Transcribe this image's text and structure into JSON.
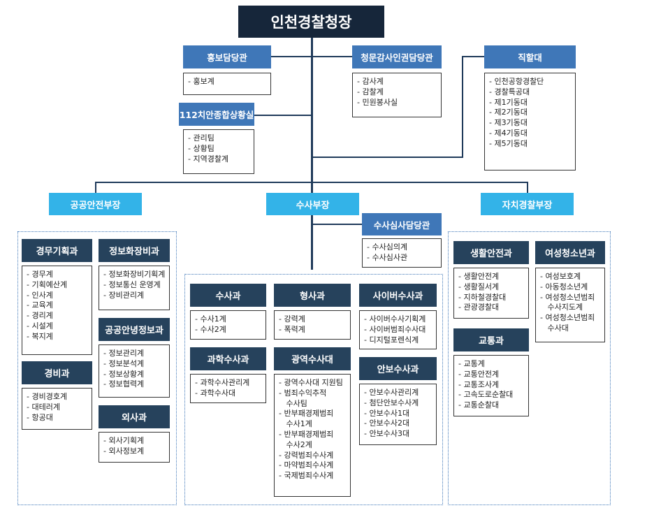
{
  "title": "인천경찰청장",
  "top_units": {
    "pr": {
      "label": "홍보담당관",
      "items": [
        "- 홍보계"
      ]
    },
    "audit": {
      "label": "청문감사인권담당관",
      "items": [
        "- 감사계",
        "- 감찰계",
        "- 민원봉사실"
      ]
    },
    "direct": {
      "label": "직할대",
      "items": [
        "- 인천공항경찰단",
        "- 경찰특공대",
        "- 제1기동대",
        "- 제2기동대",
        "- 제3기동대",
        "- 제4기동대",
        "- 제5기동대"
      ]
    },
    "situation": {
      "label": "112치안종합상황실",
      "items": [
        "- 관리팀",
        "- 상황팀",
        "- 지역경찰계"
      ]
    }
  },
  "bureaus": {
    "public": {
      "label": "공공안전부장"
    },
    "invest": {
      "label": "수사부장"
    },
    "local": {
      "label": "자치경찰부장"
    }
  },
  "invest_review": {
    "label": "수사심사담당관",
    "items": [
      "- 수사심의계",
      "- 수사심사관"
    ]
  },
  "public_depts": {
    "admin": {
      "label": "경무기획과",
      "items": [
        "- 경무계",
        "- 기획예산계",
        "- 인사계",
        "- 교육계",
        "- 경리계",
        "- 시설계",
        "- 복지계"
      ]
    },
    "it": {
      "label": "정보화장비과",
      "items": [
        "- 정보화장비기획계",
        "- 정보통신 운영계",
        "- 장비관리계"
      ]
    },
    "intel": {
      "label": "공공안녕정보과",
      "items": [
        "- 정보관리계",
        "- 정보분석계",
        "- 정보상황계",
        "- 정보협력계"
      ]
    },
    "guard": {
      "label": "경비과",
      "items": [
        "- 경비경호계",
        "- 대테러계",
        "- 항공대"
      ]
    },
    "foreign": {
      "label": "외사과",
      "items": [
        "- 외사기획계",
        "- 외사정보계"
      ]
    }
  },
  "invest_depts": {
    "invest": {
      "label": "수사과",
      "items": [
        "- 수사1계",
        "- 수사2계"
      ]
    },
    "criminal": {
      "label": "형사과",
      "items": [
        "- 강력계",
        "- 폭력계"
      ]
    },
    "cyber": {
      "label": "사이버수사과",
      "items": [
        "- 사이버수사기획계",
        "- 사이버범죄수사대",
        "- 디지털포렌식계"
      ]
    },
    "science": {
      "label": "과학수사과",
      "items": [
        "- 과학수사관리계",
        "- 과학수사대"
      ]
    },
    "regional": {
      "label": "광역수사대",
      "items": [
        "- 광역수사대 지원팀",
        "- 범죄수익추적",
        "  수사팀",
        "- 반부패경제범죄",
        "  수사1계",
        "- 반부패경제범죄",
        "  수사2계",
        "- 강력범죄수사계",
        "- 마약범죄수사계",
        "- 국제범죄수사계"
      ]
    },
    "security": {
      "label": "안보수사과",
      "items": [
        "- 안보수사관리계",
        "- 첨단안보수사계",
        "- 안보수사1대",
        "- 안보수사2대",
        "- 안보수사3대"
      ]
    }
  },
  "local_depts": {
    "life": {
      "label": "생활안전과",
      "items": [
        "- 생활안전계",
        "- 생활질서계",
        "- 지하철경찰대",
        "- 관광경찰대"
      ]
    },
    "women": {
      "label": "여성청소년과",
      "items": [
        "- 여성보호계",
        "- 아동청소년계",
        "- 여성청소년범죄",
        "  수사지도계",
        "- 여성청소년범죄",
        "  수사대"
      ]
    },
    "traffic": {
      "label": "교통과",
      "items": [
        "- 교통계",
        "- 교통안전계",
        "- 교통조사계",
        "- 고속도로순찰대",
        "- 교통순찰대"
      ]
    }
  },
  "colors": {
    "title_bg": "#16263a",
    "header_blue": "#3f77b8",
    "header_light": "#33b3e8",
    "header_dark": "#26425c",
    "line": "#1f3a5a"
  }
}
